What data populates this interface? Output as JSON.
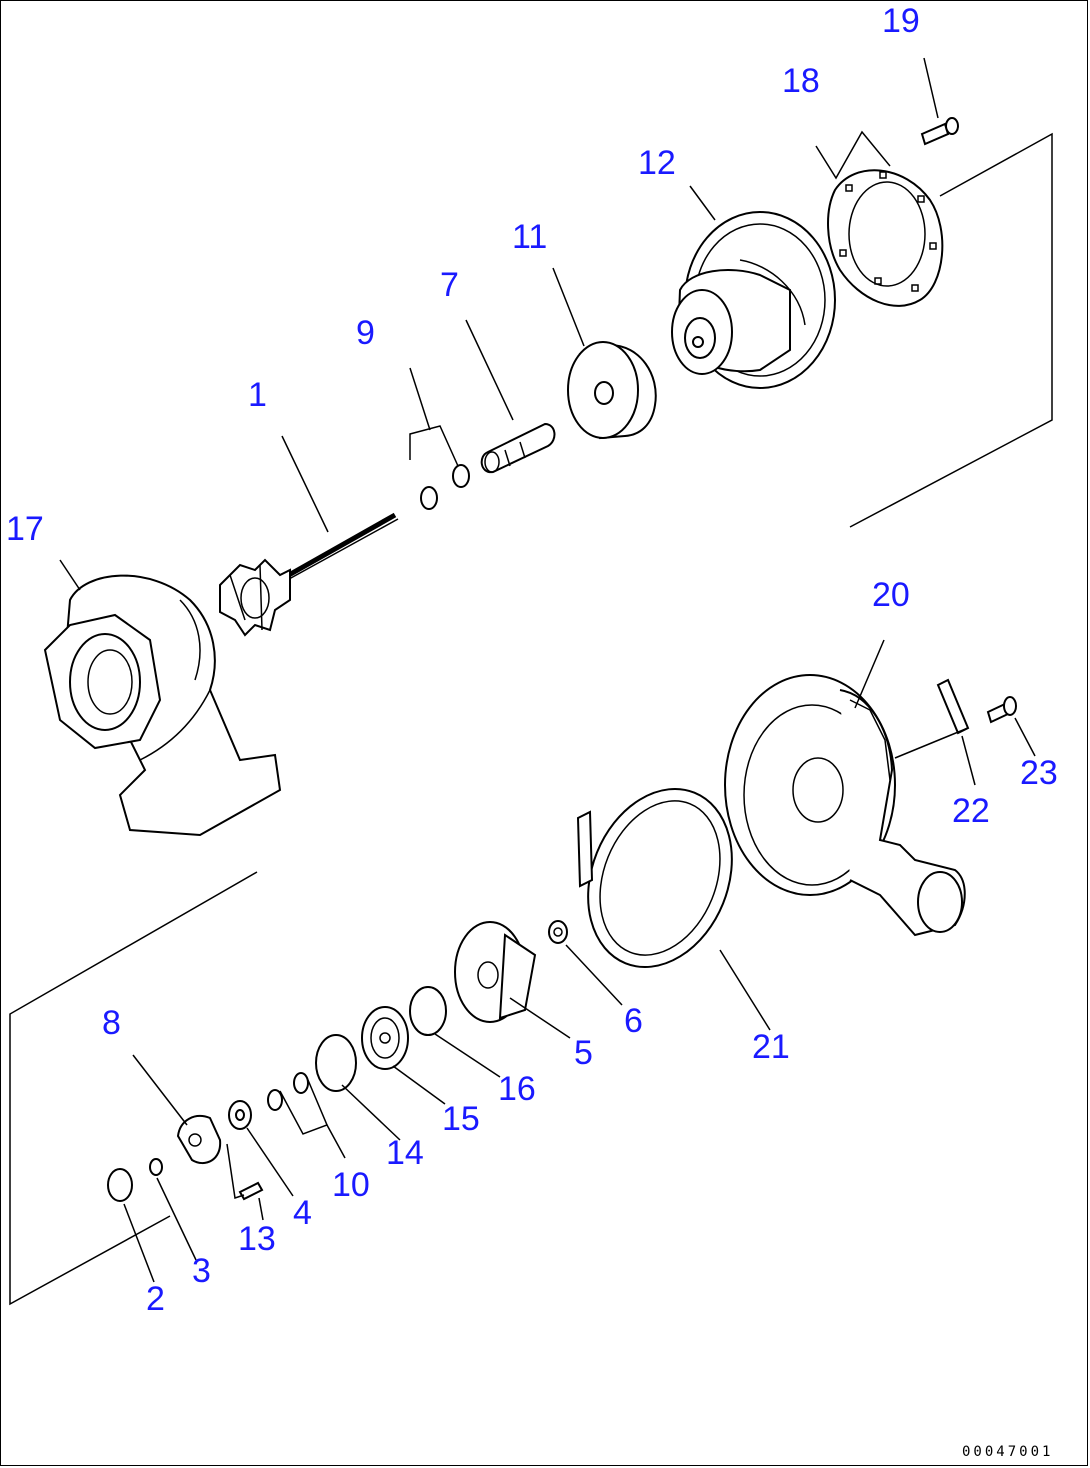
{
  "callouts": {
    "p1": "1",
    "p2": "2",
    "p3": "3",
    "p4": "4",
    "p5": "5",
    "p6": "6",
    "p7": "7",
    "p8": "8",
    "p9": "9",
    "p10": "10",
    "p11": "11",
    "p12": "12",
    "p13": "13",
    "p14": "14",
    "p15": "15",
    "p16": "16",
    "p17": "17",
    "p18": "18",
    "p19": "19",
    "p20": "20",
    "p21": "21",
    "p22": "22",
    "p23": "23"
  },
  "figure_number": "00047001",
  "colors": {
    "callout": "#1a1aff",
    "line": "#000000"
  }
}
